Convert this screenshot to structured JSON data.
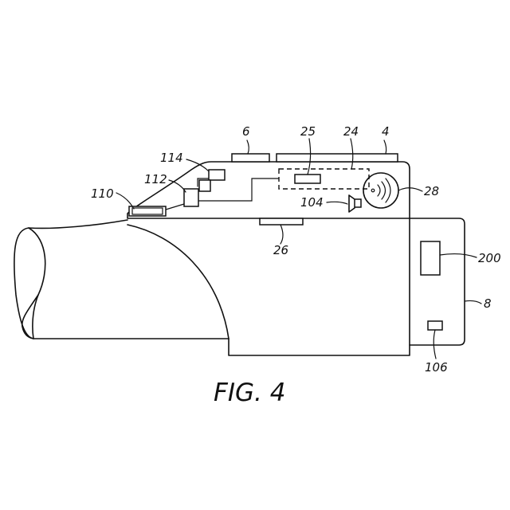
{
  "labels": {
    "l6": "6",
    "l25": "25",
    "l24": "24",
    "l4": "4",
    "l114": "114",
    "l112": "112",
    "l110": "110",
    "l104": "104",
    "l28": "28",
    "l26": "26",
    "l200": "200",
    "l8": "8",
    "l106": "106"
  },
  "caption": "FIG. 4"
}
